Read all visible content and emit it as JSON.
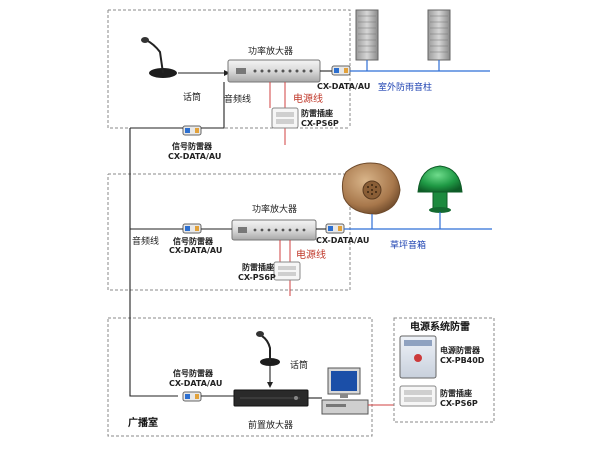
{
  "sections": {
    "top": {
      "amp_label": "功率放大器",
      "mic_label": "话筒",
      "audio_line_label": "音频线",
      "power_line_label": "电源线",
      "arrester_out_label": "CX-DATA/AU",
      "outdoor_speaker_label": "室外防雨音柱",
      "socket_label_cn": "防雷插座",
      "socket_label_model": "CX-PS6P",
      "signal_arrester_cn": "信号防雷器",
      "signal_arrester_model": "CX-DATA/AU"
    },
    "middle": {
      "amp_label": "功率放大器",
      "audio_line_label": "音频线",
      "power_line_label": "电源线",
      "arrester_out_label": "CX-DATA/AU",
      "lawn_speaker_label": "草坪音箱",
      "socket_label_cn": "防雷插座",
      "socket_label_model": "CX-PS6P",
      "signal_arrester_cn": "信号防雷器",
      "signal_arrester_model": "CX-DATA/AU"
    },
    "bottom": {
      "room_label": "广播室",
      "mic_label": "话筒",
      "preamp_label": "前置放大器",
      "signal_arrester_cn": "信号防雷器",
      "signal_arrester_model": "CX-DATA/AU",
      "power_box": {
        "title": "电源系统防雷",
        "item1_cn": "电源防雷器",
        "item1_model": "CX-PB40D",
        "item2_cn": "防雷插座",
        "item2_model": "CX-PS6P"
      }
    }
  },
  "colors": {
    "wire_blue": "#2f6fd6",
    "wire_red": "#d04040",
    "label_blue": "#1a3fb0"
  }
}
